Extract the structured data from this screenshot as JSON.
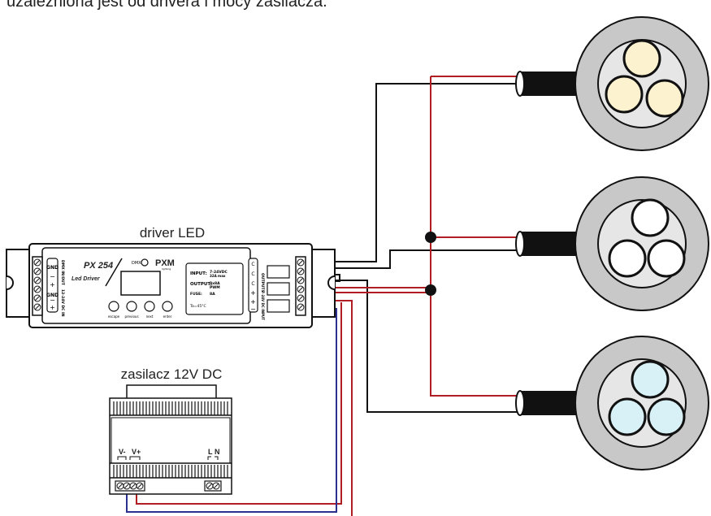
{
  "intro_text": "uzależniona jest od drivera i mocy zasilacza.",
  "driver": {
    "caption": "driver LED",
    "model": "PX 254",
    "subtitle": "Led Driver",
    "dmx_label": "DMX",
    "brand": "PXM",
    "brand_sub": "lighting",
    "buttons": [
      "escape",
      "previous",
      "next",
      "enter"
    ],
    "spec_input_key": "INPUT:",
    "spec_input_val": "7-24VDC",
    "spec_input_val2": "32A max",
    "spec_output_key": "OUTPUT:",
    "spec_output_val": "3x8A",
    "spec_output_val2": "PWM",
    "spec_fuse_key": "FUSE:",
    "spec_fuse_val": "8A",
    "spec_temp": "Ta=45°C",
    "side_left_top": "DMX IN/OUT",
    "side_left_bottom": "12-24V DC IN",
    "side_right_top": "OUTPUTS",
    "side_right_bottom": "7-24V DC INPUT"
  },
  "psu": {
    "caption": "zasilacz 12V DC",
    "label_vminus": "V-",
    "label_vplus": "V+",
    "label_l": "L",
    "label_n": "N"
  },
  "colors": {
    "wire_black": "#111111",
    "wire_red": "#b01e23",
    "wire_blue": "#2b2f8f",
    "lamp_outer": "#c8c8c8",
    "lamp_inner": "#e6e6e6",
    "lamp_warm": "#fdf2cf",
    "lamp_neutral": "#ffffff",
    "lamp_cold": "#d8f1f7"
  }
}
